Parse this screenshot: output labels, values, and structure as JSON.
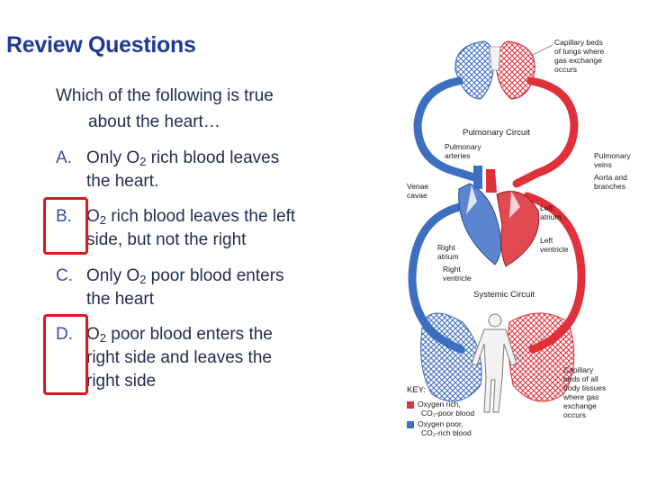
{
  "slide": {
    "title": "Review Questions"
  },
  "question": {
    "line1": "Which of the following is true",
    "line2": "about the heart…"
  },
  "options": [
    {
      "letter": "A.",
      "l1_pre": "Only O",
      "l1_sub": "2",
      "l1_post": " rich blood leaves",
      "l2": "the heart.",
      "l3": ""
    },
    {
      "letter": "B.",
      "l1_pre": "O",
      "l1_sub": "2",
      "l1_post": " rich blood leaves the left",
      "l2": "side, but not the right",
      "l3": ""
    },
    {
      "letter": "C.",
      "l1_pre": "Only O",
      "l1_sub": "2",
      "l1_post": " poor blood enters",
      "l2": "the heart",
      "l3": ""
    },
    {
      "letter": "D.",
      "l1_pre": "O",
      "l1_sub": "2",
      "l1_post": " poor blood enters the",
      "l2": "right side and leaves the",
      "l3": "right side"
    }
  ],
  "diagram": {
    "capillary_lungs": [
      "Capillary beds",
      "of lungs where",
      "gas exchange",
      "occurs"
    ],
    "pulmonary_circuit": "Pulmonary Circuit",
    "pulmonary_arteries": [
      "Pulmonary",
      "arteries"
    ],
    "pulmonary_veins": [
      "Pulmonary",
      "veins"
    ],
    "aorta": [
      "Aorta and",
      "branches"
    ],
    "venae_cavae": [
      "Venae",
      "cavae"
    ],
    "left_atrium": [
      "Left",
      "atrium"
    ],
    "left_ventricle": [
      "Left",
      "ventricle"
    ],
    "right_atrium": [
      "Right",
      "atrium"
    ],
    "right_ventricle": [
      "Right",
      "ventricle"
    ],
    "systemic_circuit": "Systemic Circuit",
    "capillary_body": [
      "Capillary",
      "beds of all",
      "body tissues",
      "where gas",
      "exchange",
      "occurs"
    ],
    "key": "KEY:",
    "key_rich": [
      "Oxygen rich,",
      "CO₂-poor blood"
    ],
    "key_poor": [
      "Oxygen poor,",
      "CO₂-rich blood"
    ],
    "colors": {
      "oxygen_rich": "#e0303a",
      "oxygen_poor": "#3d6fc0",
      "highlight": "#e0161e"
    }
  }
}
